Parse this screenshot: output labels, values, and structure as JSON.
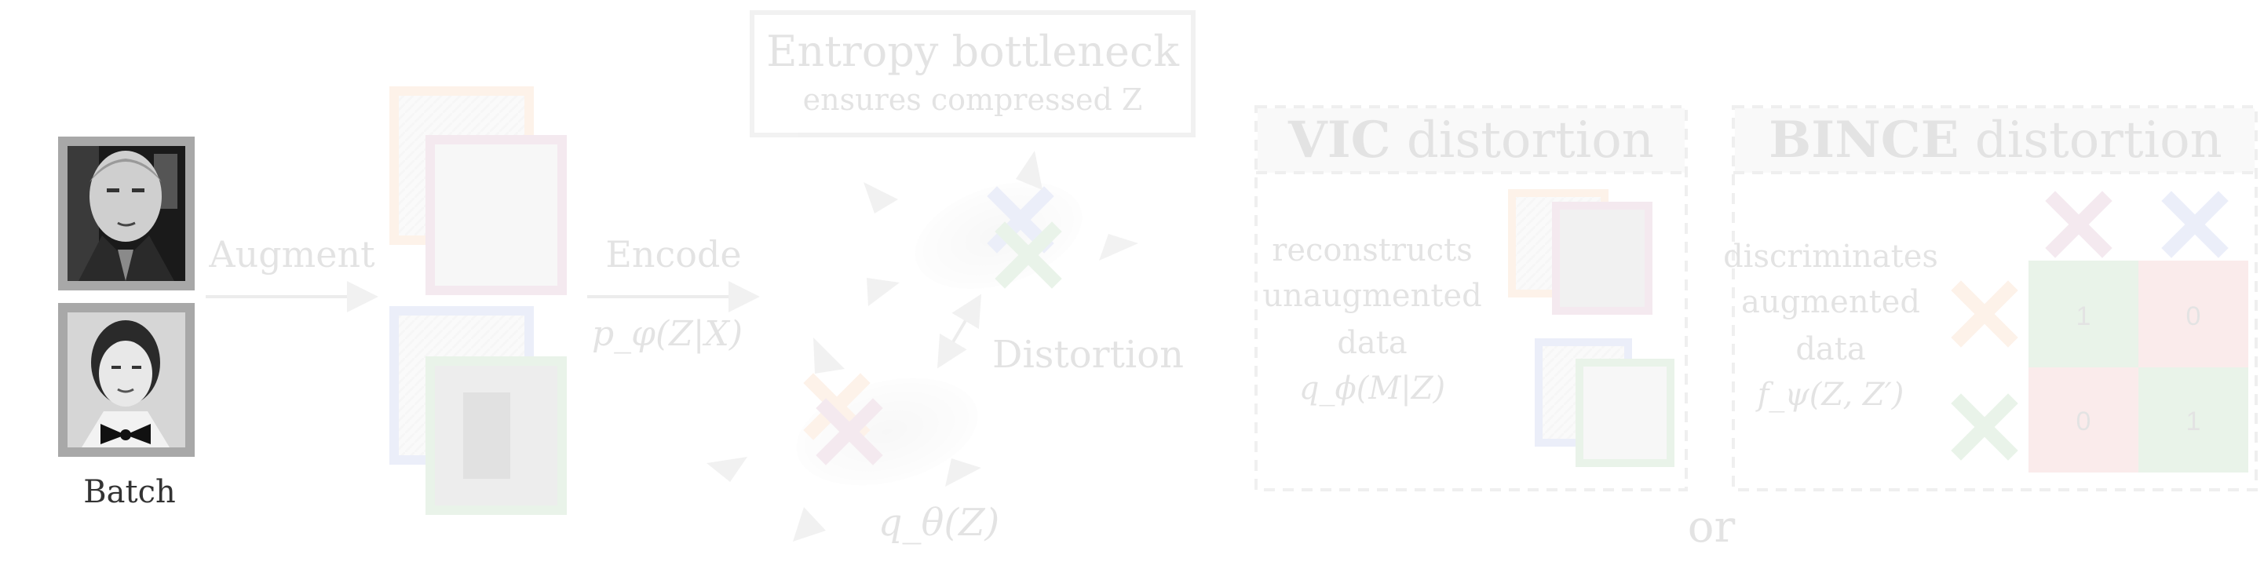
{
  "labels": {
    "batch": "Batch",
    "augment": "Augment",
    "encode": "Encode",
    "encoder_formula": "p_φ(Z|X)",
    "entropy_title": "Entropy  bottleneck",
    "entropy_subtitle": "ensures compressed Z",
    "distortion": "Distortion",
    "prior_formula": "q_θ(Z)",
    "vic_title_bold": "VIC",
    "vic_title_rest": " distortion",
    "vic_desc": [
      "reconstructs",
      "unaugmented",
      "data",
      "q_ϕ(M|Z)"
    ],
    "bince_title_bold": "BINCE",
    "bince_title_rest": " distortion",
    "bince_desc": [
      "discriminates",
      "augmented",
      "data",
      "f_ψ(Z, Z′)"
    ],
    "or": "or"
  },
  "matrix": [
    [
      "1",
      "0"
    ],
    [
      "0",
      "1"
    ]
  ],
  "colors": {
    "orange": "#f0a060",
    "purple": "#b0608a",
    "blue": "#6a86d8",
    "green": "#5aa85a",
    "gray_frame": "#a8a8a8",
    "text": "#333333"
  }
}
